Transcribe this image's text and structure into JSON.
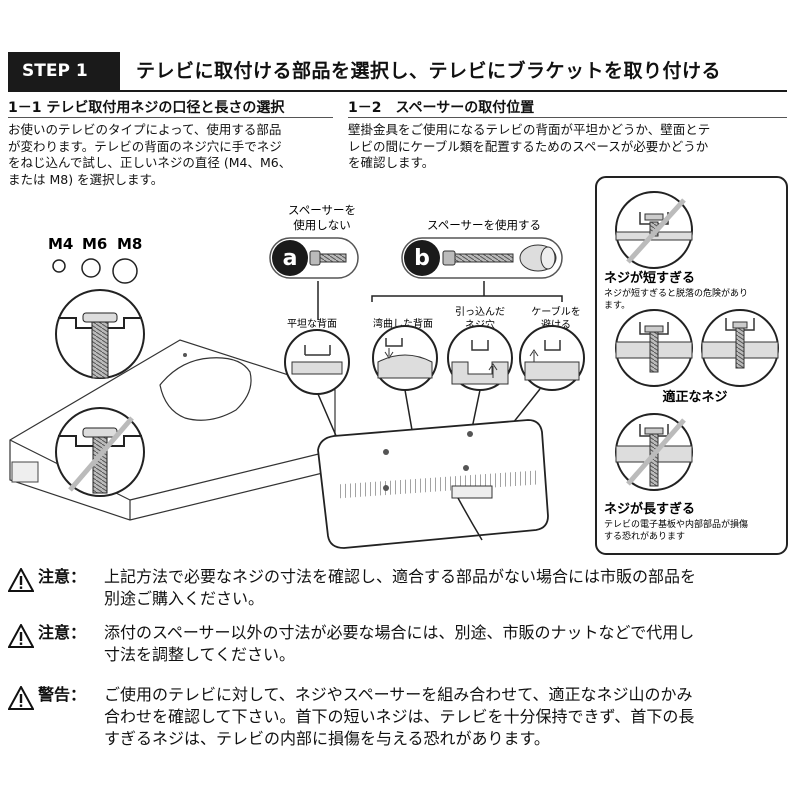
{
  "step": {
    "label": "STEP 1",
    "title": "テレビに取付ける部品を選択し、テレビにブラケットを取り付ける"
  },
  "section1": {
    "heading": "1－1 テレビ取付用ネジの口径と長さの選択",
    "body_lines": [
      "お使いのテレビのタイプによって、使用する部品",
      "が変わります。テレビの背面のネジ穴に手でネジ",
      "をねじ込んで試し、正しいネジの直径 (M4、M6、",
      "または M8) を選択します。"
    ],
    "sizes": [
      "M4",
      "M6",
      "M8"
    ]
  },
  "section2": {
    "heading": "1－2　スペーサーの取付位置",
    "body_lines": [
      "壁掛金具をご使用になるテレビの背面が平坦かどうか、壁面とテ",
      "レビの間にケーブル類を配置するためのスペースが必要かどうか",
      "を確認します。"
    ],
    "option_a": {
      "letter": "a",
      "label_lines": [
        "スペーサーを",
        "使用しない"
      ]
    },
    "option_b": {
      "letter": "b",
      "label": "スペーサーを使用する"
    },
    "flat_back": "平坦な背面",
    "curved_back": "湾曲した背面",
    "recessed_lines": [
      "引っ込んだ",
      "ネジ穴"
    ],
    "cable_lines": [
      "ケーブルを",
      "避ける"
    ]
  },
  "screw_panel": {
    "too_short": {
      "title": "ネジが短すぎる",
      "desc_lines": [
        "ネジが短すぎると脱落の危険があり",
        "ます。"
      ]
    },
    "proper": {
      "title": "適正なネジ"
    },
    "too_long": {
      "title": "ネジが長すぎる",
      "desc_lines": [
        "テレビの電子基板や内部部品が損傷",
        "する恐れがあります"
      ]
    }
  },
  "notes": [
    {
      "label": "注意：",
      "lines": [
        "上記方法で必要なネジの寸法を確認し、適合する部品がない場合には市販の部品を",
        "別途ご購入ください。"
      ]
    },
    {
      "label": "注意：",
      "lines": [
        "添付のスペーサー以外の寸法が必要な場合には、別途、市販のナットなどで代用し",
        "寸法を調整してください。"
      ]
    },
    {
      "label": "警告：",
      "lines": [
        "ご使用のテレビに対して、ネジやスペーサーを組み合わせて、適正なネジ山のかみ",
        "合わせを確認して下さい。首下の短いネジは、テレビを十分保持できず、首下の長",
        "すぎるネジは、テレビの内部に損傷を与える恐れがあります。"
      ]
    }
  ],
  "icons": [
    "warning-triangle-icon",
    "prohibited-slash-icon",
    "check-icon"
  ]
}
